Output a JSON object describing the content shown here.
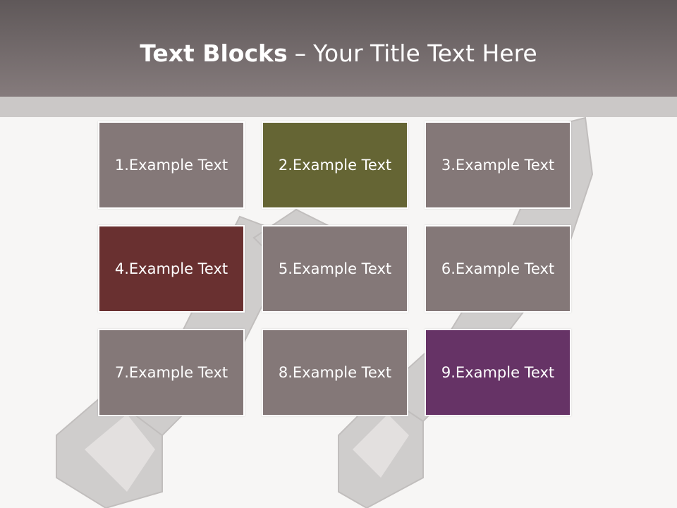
{
  "slide": {
    "title_bold": "Text Blocks",
    "title_separator": "–",
    "title_rest": "Your Title Text Here"
  },
  "blocks": [
    {
      "label": "1.Example Text",
      "color": "#847878"
    },
    {
      "label": "2.Example Text",
      "color": "#656534"
    },
    {
      "label": "3.Example Text",
      "color": "#847878"
    },
    {
      "label": "4.Example Text",
      "color": "#693030"
    },
    {
      "label": "5.Example Text",
      "color": "#847878"
    },
    {
      "label": "6.Example Text",
      "color": "#847878"
    },
    {
      "label": "7.Example Text",
      "color": "#847878"
    },
    {
      "label": "8.Example Text",
      "color": "#847878"
    },
    {
      "label": "9.Example Text",
      "color": "#663366"
    }
  ]
}
